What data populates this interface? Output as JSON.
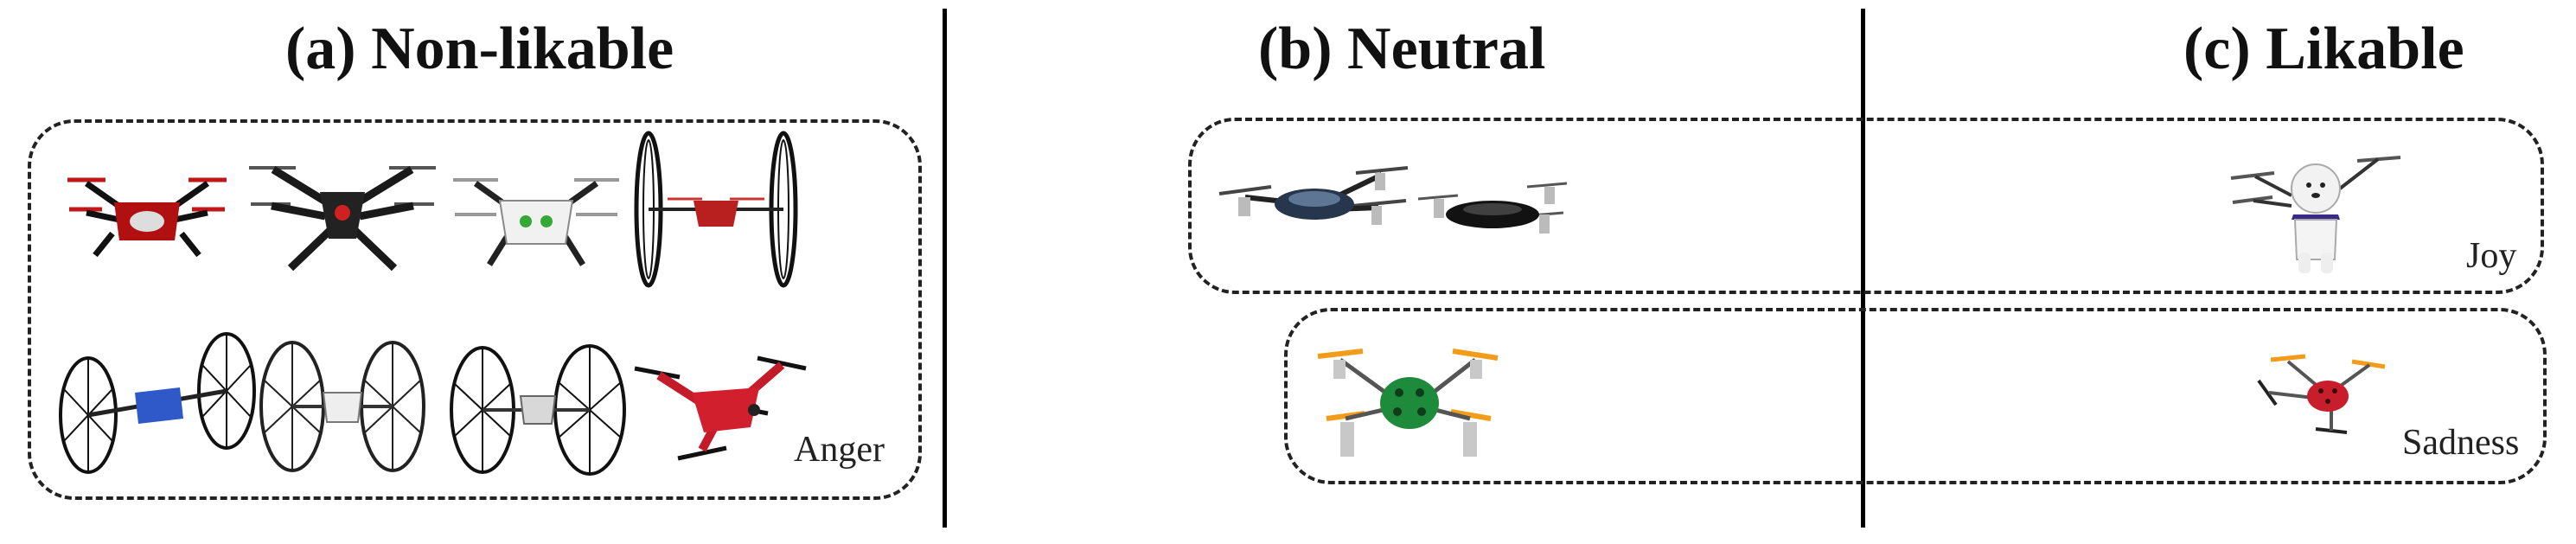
{
  "panels": [
    {
      "heading": "(a) Non-likable",
      "tag": "Anger"
    },
    {
      "heading": "(b) Neutral"
    },
    {
      "heading": "(c) Likable"
    }
  ],
  "tags": {
    "joy": "Joy",
    "sadness": "Sadness"
  },
  "colors": {
    "divider": "#000000",
    "dashed_border": "#222222",
    "heading_text": "#111111"
  }
}
